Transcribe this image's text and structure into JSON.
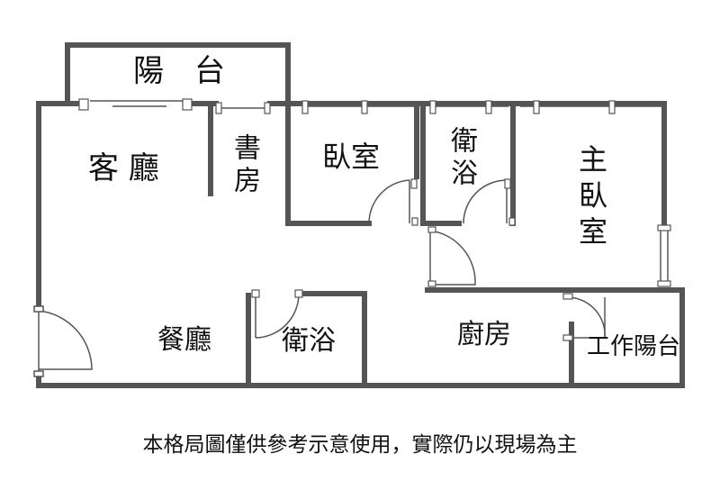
{
  "rooms": {
    "balcony": "陽　台",
    "living_room": "客 廳",
    "study": "書房",
    "bedroom": "臥室",
    "bath_upper": "衛浴",
    "master_bedroom": "主臥室",
    "dining": "餐廳",
    "bath_lower": "衛浴",
    "kitchen": "廚房",
    "utility_balcony": "工作陽台"
  },
  "disclaimer": "本格局圖僅供參考示意使用，實際仍以現場為主"
}
